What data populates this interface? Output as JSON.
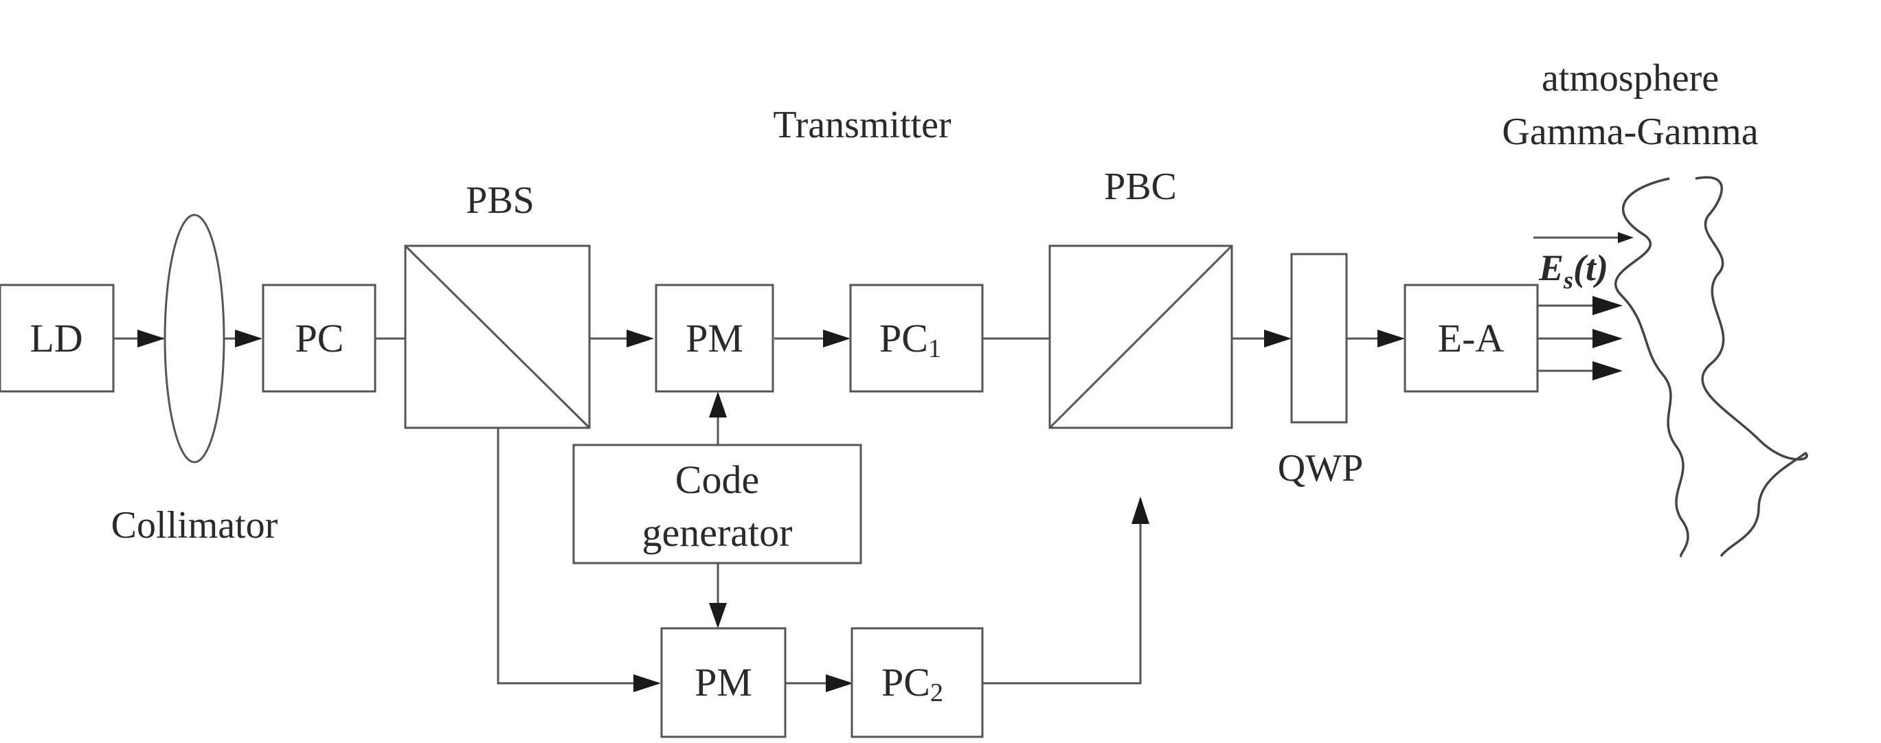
{
  "labels": {
    "transmitter": "Transmitter",
    "atmosphere_line1": "atmosphere",
    "atmosphere_line2": "Gamma-Gamma",
    "pbs": "PBS",
    "pbc": "PBC",
    "collimator": "Collimator",
    "qwp": "QWP",
    "field": "E",
    "field_sub": "s",
    "field_arg": "(t)"
  },
  "blocks": {
    "ld": "LD",
    "pc": "PC",
    "pm_top": "PM",
    "pc1": "PC",
    "pc1_sub": "1",
    "code_line1": "Code",
    "code_line2": "generator",
    "pm_bottom": "PM",
    "pc2": "PC",
    "pc2_sub": "2",
    "ea": "E-A"
  }
}
